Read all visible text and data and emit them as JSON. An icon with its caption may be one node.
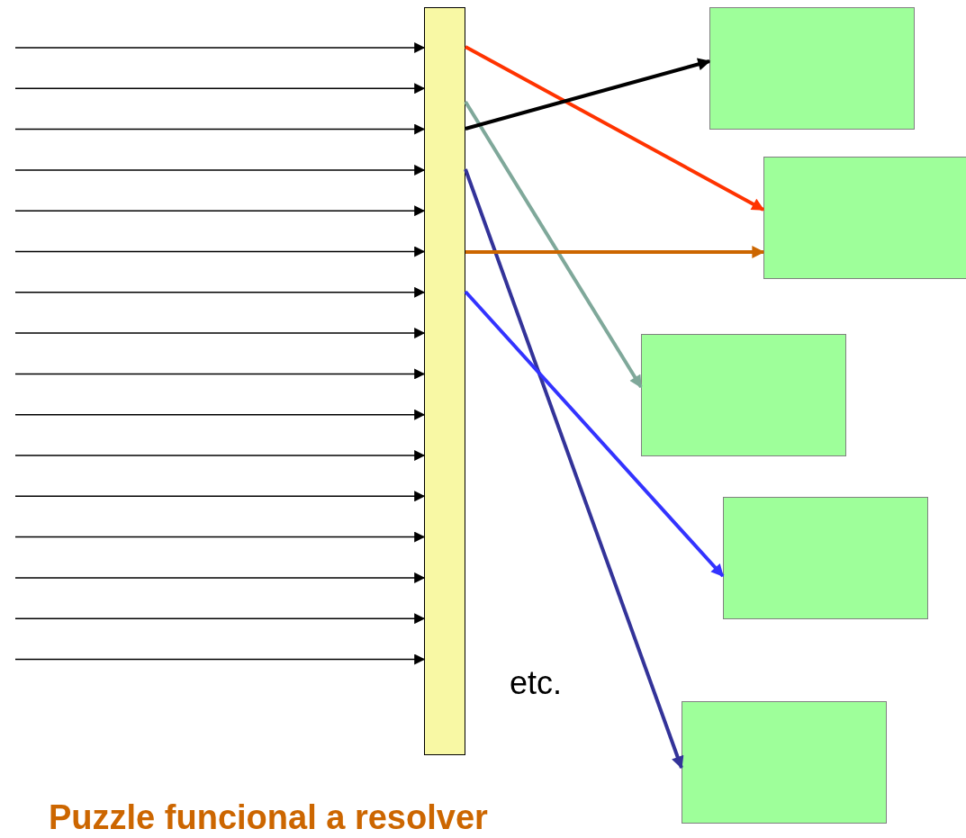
{
  "diagram": {
    "caption": "Puzzle funcional a resolver",
    "nodes": [
      {
        "text": [],
        "shape": "bar"
      },
      {
        "text": [],
        "shape": "box"
      },
      {
        "text": [],
        "shape": "box"
      },
      {
        "text": [],
        "shape": "box"
      },
      {
        "text": [],
        "shape": "box"
      },
      {
        "text": [],
        "shape": "box"
      }
    ],
    "edges": [
      {
        "from": null,
        "to": 0,
        "arrow": "to"
      },
      {
        "from": null,
        "to": 0,
        "arrow": "to"
      },
      {
        "from": null,
        "to": 0,
        "arrow": "to"
      },
      {
        "from": null,
        "to": 0,
        "arrow": "to"
      },
      {
        "from": null,
        "to": 0,
        "arrow": "to"
      },
      {
        "from": null,
        "to": 0,
        "arrow": "to"
      },
      {
        "from": null,
        "to": 0,
        "arrow": "to"
      },
      {
        "from": null,
        "to": 0,
        "arrow": "to"
      },
      {
        "from": null,
        "to": 0,
        "arrow": "to"
      },
      {
        "from": null,
        "to": 0,
        "arrow": "to"
      },
      {
        "from": null,
        "to": 0,
        "arrow": "to"
      },
      {
        "from": null,
        "to": 0,
        "arrow": "to"
      },
      {
        "from": null,
        "to": 0,
        "arrow": "to"
      },
      {
        "from": null,
        "to": 0,
        "arrow": "to"
      },
      {
        "from": null,
        "to": 0,
        "arrow": "to"
      },
      {
        "from": null,
        "to": 0,
        "arrow": "to"
      },
      {
        "from": 0,
        "to": 2,
        "arrow": "to",
        "style": "thick",
        "color": "#ff3300"
      },
      {
        "from": 0,
        "to": 3,
        "arrow": "to",
        "style": "thick",
        "color": "#7fa89a"
      },
      {
        "from": 0,
        "to": 1,
        "arrow": "to",
        "style": "thick"
      },
      {
        "from": 0,
        "to": 5,
        "arrow": "to",
        "style": "thick",
        "color": "#333399"
      },
      {
        "from": 0,
        "to": 2,
        "arrow": "to",
        "style": "thick",
        "color": "#cc6600"
      },
      {
        "from": 0,
        "to": 4,
        "arrow": "to",
        "style": "thick",
        "color": "#3333ff"
      }
    ],
    "labels": [
      "etc."
    ]
  }
}
